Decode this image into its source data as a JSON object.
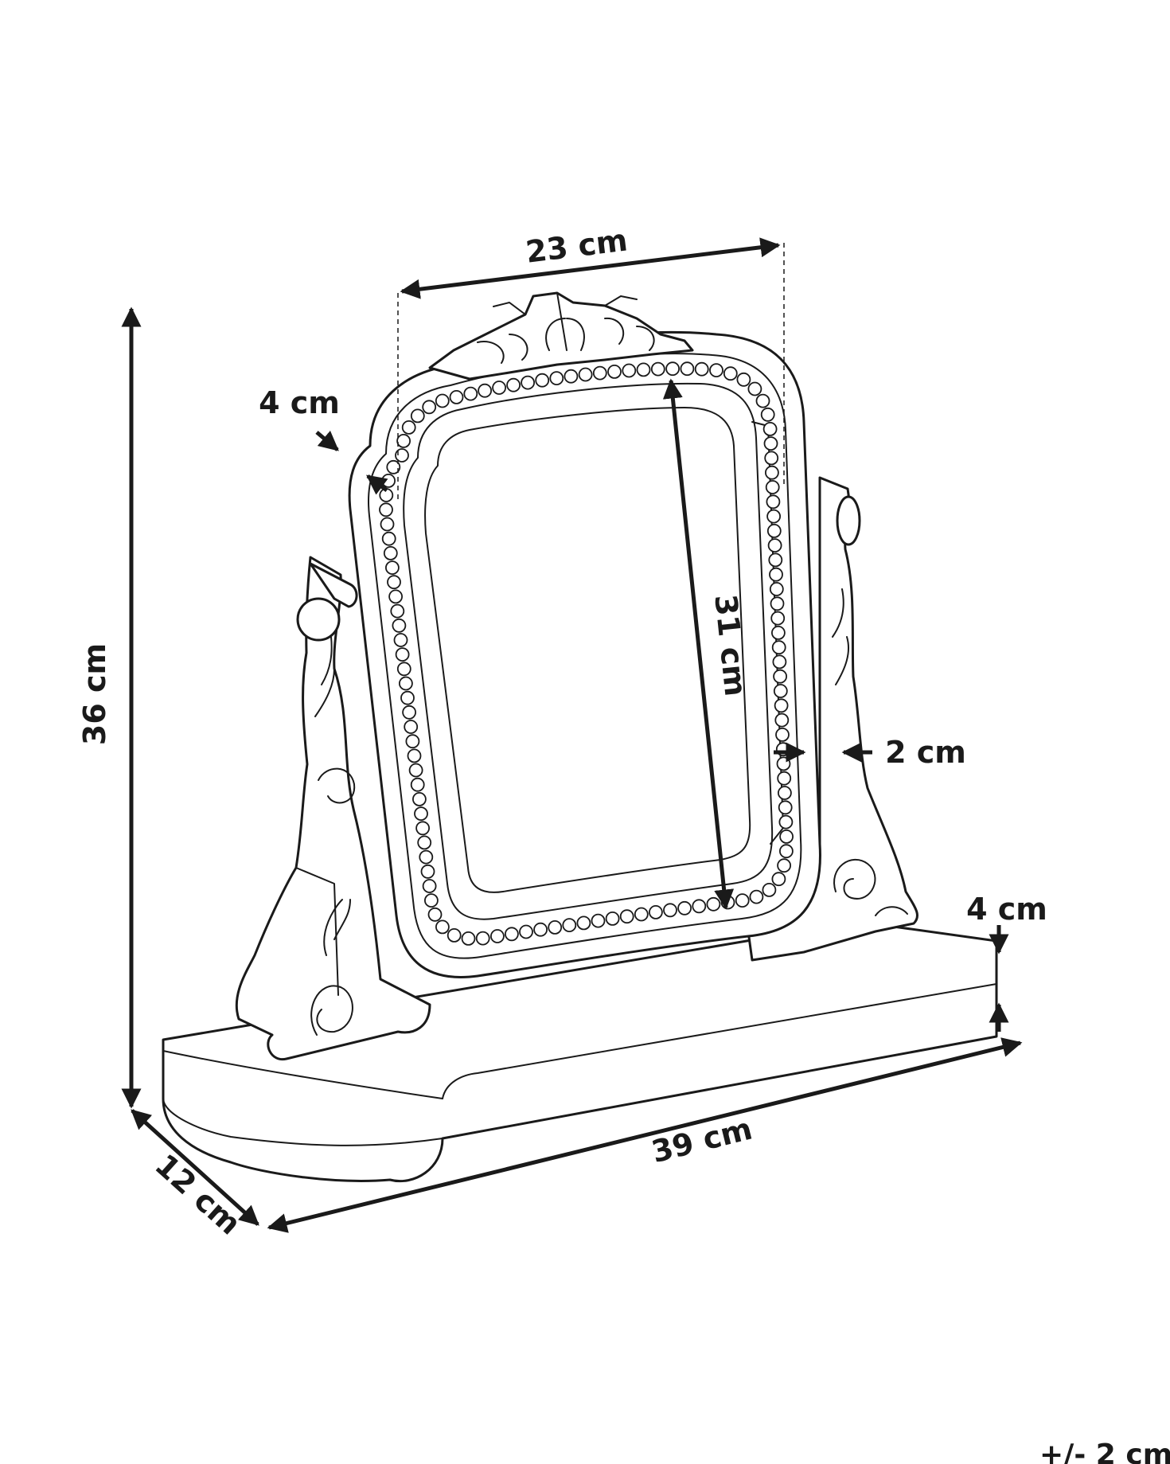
{
  "product": {
    "type": "table mirror",
    "line_color": "#1a1a1a",
    "background": "#ffffff"
  },
  "dimensions": {
    "mirror_width": "23 cm",
    "total_height": "36 cm",
    "frame_width": "4 cm",
    "mirror_height": "31 cm",
    "frame_depth": "2 cm",
    "base_height": "4 cm",
    "base_length": "39 cm",
    "base_depth": "12 cm"
  },
  "tolerance": "+/- 2 cm"
}
